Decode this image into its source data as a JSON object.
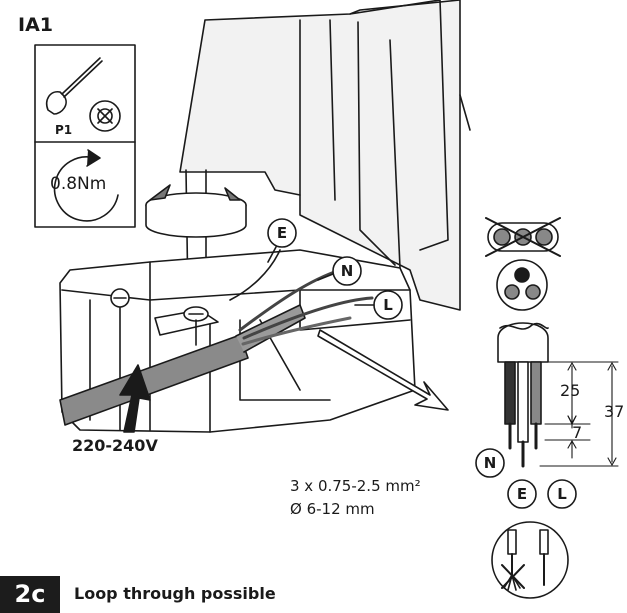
{
  "figure": {
    "ref_code": "IA1",
    "tool_label": "P1",
    "torque": "0.8Nm",
    "voltage": "220-240V",
    "section_number": "2c",
    "caption": "Loop through possible",
    "cable_cross_section": "3 x 0.75-2.5 mm²",
    "cable_diameter": "Ø 6-12 mm",
    "terminal_labels": {
      "earth": "E",
      "neutral": "N",
      "live": "L"
    },
    "dimensions": {
      "strip_length": "25",
      "wire_strip": "7",
      "total": "37"
    },
    "icons": [
      "screwdriver-icon",
      "no-pozidriv-icon",
      "rotation-arrow-icon",
      "no-flat-cable-icon",
      "round-cable-icon",
      "no-stranded-wire-icon"
    ]
  }
}
